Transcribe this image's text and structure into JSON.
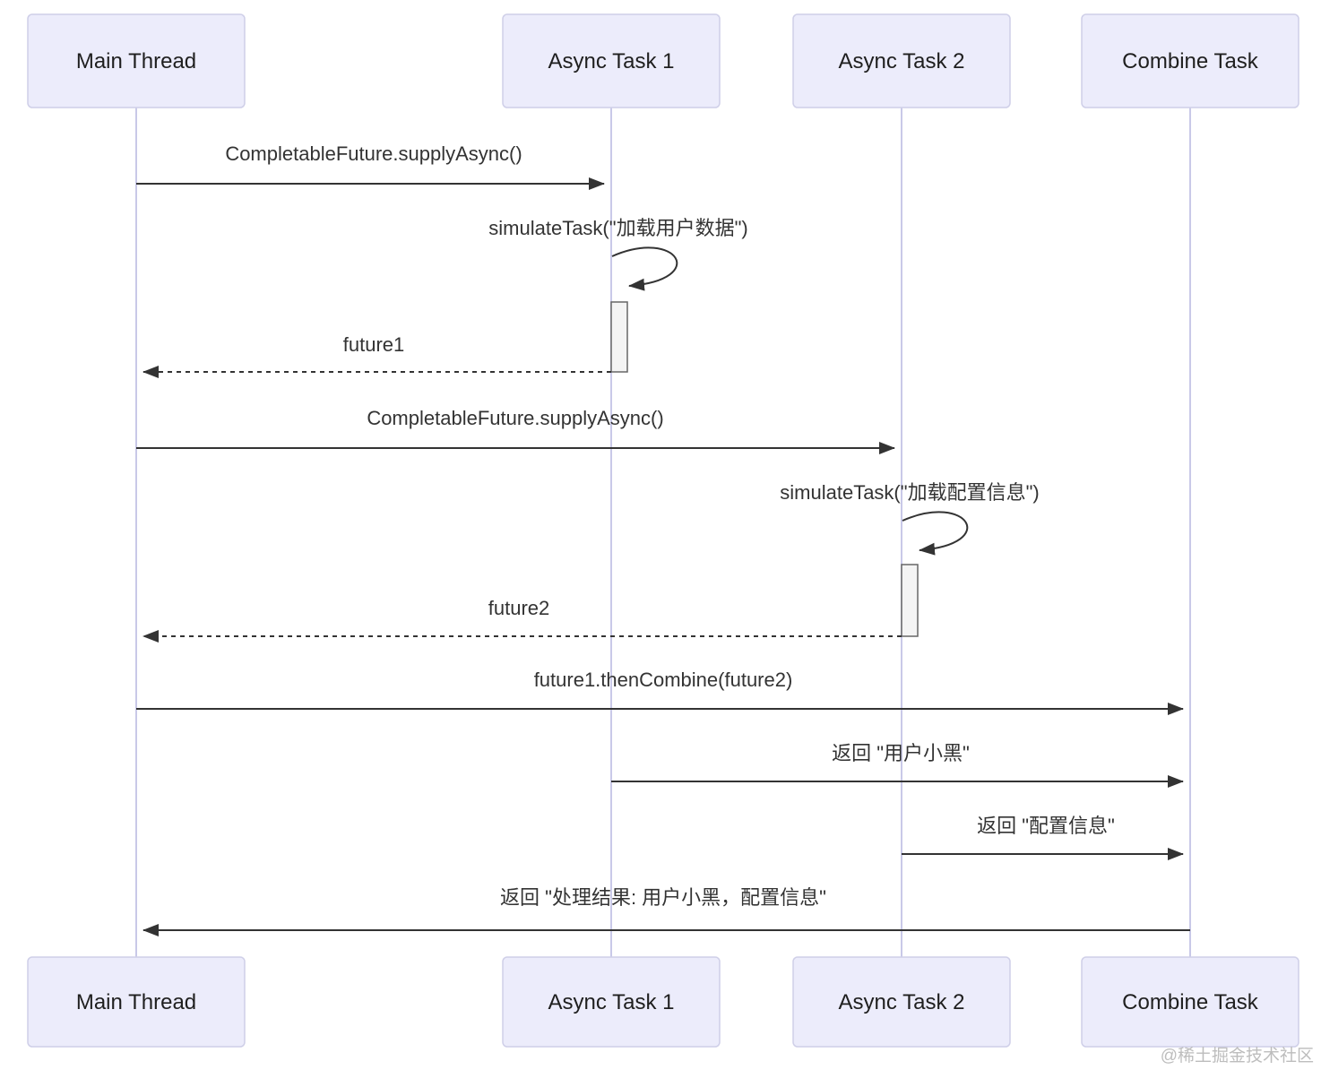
{
  "diagram": {
    "type": "sequence-diagram",
    "participants": [
      {
        "id": "main-thread",
        "name": "Main Thread"
      },
      {
        "id": "async-task-1",
        "name": "Async Task 1"
      },
      {
        "id": "async-task-2",
        "name": "Async Task 2"
      },
      {
        "id": "combine-task",
        "name": "Combine Task"
      }
    ],
    "messages": [
      {
        "from": "Main Thread",
        "to": "Async Task 1",
        "style": "solid",
        "label": "CompletableFuture.supplyAsync()"
      },
      {
        "from": "Async Task 1",
        "to": "Async Task 1",
        "style": "self",
        "label": "simulateTask(\"加载用户数据\")"
      },
      {
        "from": "Async Task 1",
        "to": "Main Thread",
        "style": "dashed",
        "label": "future1"
      },
      {
        "from": "Main Thread",
        "to": "Async Task 2",
        "style": "solid",
        "label": "CompletableFuture.supplyAsync()"
      },
      {
        "from": "Async Task 2",
        "to": "Async Task 2",
        "style": "self",
        "label": "simulateTask(\"加载配置信息\")"
      },
      {
        "from": "Async Task 2",
        "to": "Main Thread",
        "style": "dashed",
        "label": "future2"
      },
      {
        "from": "Main Thread",
        "to": "Combine Task",
        "style": "solid",
        "label": "future1.thenCombine(future2)"
      },
      {
        "from": "Async Task 1",
        "to": "Combine Task",
        "style": "solid",
        "label": "返回 \"用户小黑\""
      },
      {
        "from": "Async Task 2",
        "to": "Combine Task",
        "style": "solid",
        "label": "返回 \"配置信息\""
      },
      {
        "from": "Combine Task",
        "to": "Main Thread",
        "style": "solid",
        "label": "返回 \"处理结果: 用户小黑，配置信息\""
      }
    ],
    "activations": [
      {
        "on": "Async Task 1"
      },
      {
        "on": "Async Task 2"
      }
    ],
    "colors": {
      "actor_fill": "#ececfb",
      "actor_border": "#cfcfe8",
      "lifeline": "#c9c9e8",
      "message": "#333333",
      "activation_fill": "#f4f4f4",
      "activation_border": "#666666",
      "watermark": "#bdbdbd",
      "background": "#ffffff"
    },
    "watermark": "@稀土掘金技术社区"
  }
}
